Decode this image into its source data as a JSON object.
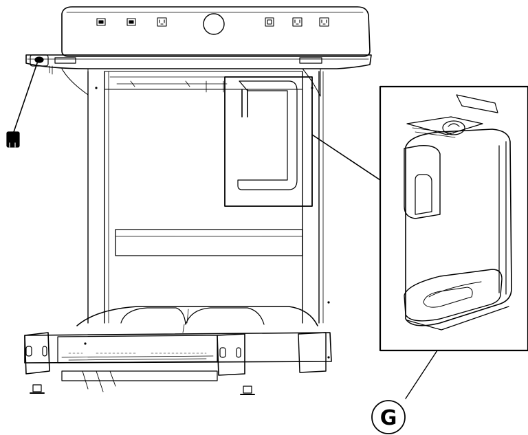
{
  "figure": {
    "callout": {
      "label": "G"
    },
    "parts": {
      "desk_top": "desk-top-with-power-outlets",
      "detail_part": "cpu-holder-bracket",
      "base": "treadmill-base"
    },
    "colors": {
      "line": "#000000",
      "background": "#ffffff"
    }
  }
}
